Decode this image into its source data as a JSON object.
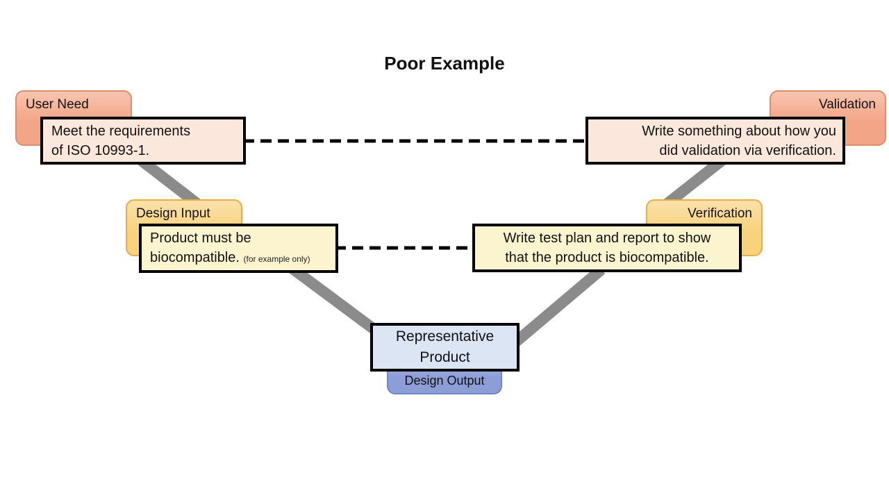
{
  "diagram": {
    "title": "Poor Example",
    "tabs": {
      "user_need": "User Need",
      "validation": "Validation",
      "design_input": "Design Input",
      "verification": "Verification",
      "design_output": "Design Output"
    },
    "boxes": {
      "user_need": {
        "line1": "Meet the requirements",
        "line2": "of ISO 10993-1."
      },
      "validation": {
        "line1": "Write something about how you",
        "line2": "did validation via verification."
      },
      "design_input": {
        "line1": "Product must be",
        "line2": "biocompatible.",
        "note": "(for example only)"
      },
      "verification": {
        "line1": "Write test plan and report to show",
        "line2": "that the product is biocompatible."
      },
      "design_output": {
        "line1": "Representative",
        "line2": "Product"
      }
    },
    "colors": {
      "salmon_fill": "#F3A687",
      "salmon_border": "#DD8C6C",
      "salmon_box_fill": "#FBE7DC",
      "gold_fill": "#F9D27E",
      "gold_border": "#E2AE46",
      "gold_box_fill": "#FCF3CF",
      "blue_fill": "#8D9DD8",
      "blue_border": "#7285C6",
      "blue_box_fill": "#DCE5F4",
      "connector_gray": "#8B8B8B",
      "line_black": "#000000"
    }
  }
}
